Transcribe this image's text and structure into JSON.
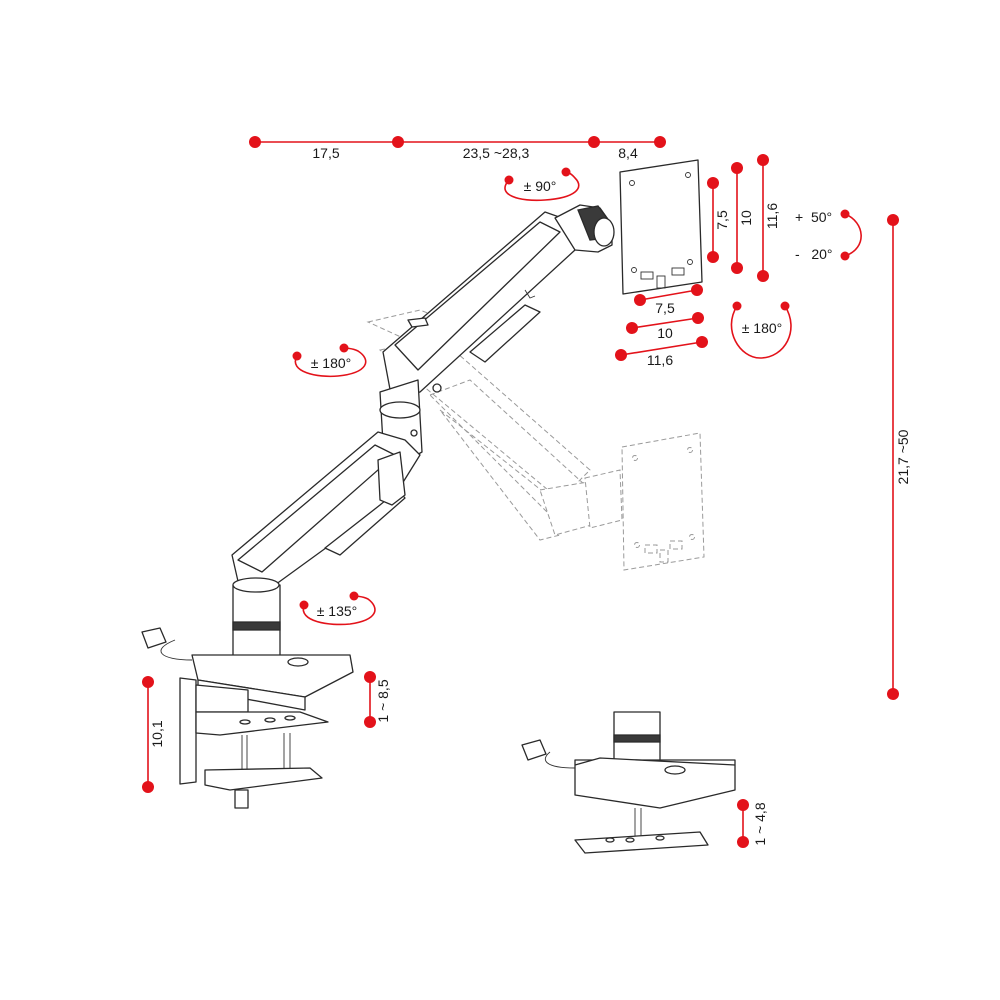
{
  "colors": {
    "accent": "#e3121a",
    "line": "#2a2a2a",
    "ghost": "#9a9a9a"
  },
  "dimensions": {
    "top_1": "17,5",
    "top_2": "23,5 ~28,3",
    "top_3": "8,4",
    "vesa_v1": "7,5",
    "vesa_v2": "10",
    "vesa_v3": "11,6",
    "vesa_h1": "7,5",
    "vesa_h2": "10",
    "vesa_h3": "11,6",
    "height_range": "21,7 ~50",
    "clamp_height": "10,1",
    "clamp_range": "1 ~ 8,5",
    "grommet_range": "1 ~ 4,8"
  },
  "rotations": {
    "screen_rotate": "± 90°",
    "upper_swivel": "± 180°",
    "head_swivel": "± 180°",
    "base_swivel": "± 135°",
    "tilt_up": "+  50°",
    "tilt_down": "-   20°"
  }
}
